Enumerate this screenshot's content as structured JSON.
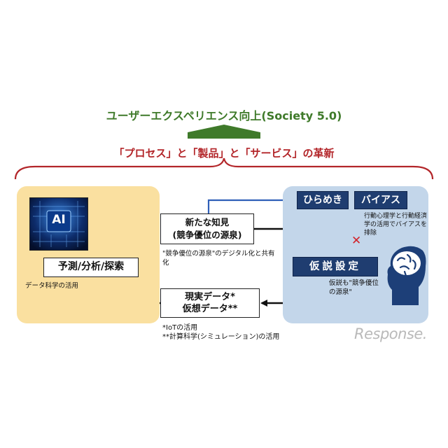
{
  "header": {
    "title": "ユーザーエクスペリエンス向上(Society 5.0)",
    "subtitle": "「プロセス」と「製品」と「サービス」の革新"
  },
  "left": {
    "ai_label": "AI",
    "predict": "予測/分析/探索",
    "note": "データ科学の活用"
  },
  "center": {
    "knowledge_line1": "新たな知見",
    "knowledge_line2": "(競争優位の源泉)",
    "knowledge_note": "\"競争優位の源泉\"のデジタル化と共有化",
    "data_line1": "現実データ*",
    "data_line2": "仮想データ**",
    "note_iot": "*IoTの活用",
    "note_sim": "**計算科学(シミュレーション)の活用"
  },
  "right": {
    "flash": "ひらめき",
    "bias": "バイアス",
    "bias_note": "行動心理学と行動経済学の活用でバイアスを排除",
    "x_mark": "✕",
    "hypothesis": "仮説設定",
    "hypothesis_note": "仮説も\"競争優位の源泉\""
  },
  "logo": {
    "text": "Response."
  },
  "colors": {
    "green": "#3f7a2a",
    "red": "#b3262a",
    "navy": "#1f3d70",
    "blue_arrow": "#2f5fb8",
    "left_panel": "#fae0a0",
    "right_panel": "#c3d6ea"
  }
}
